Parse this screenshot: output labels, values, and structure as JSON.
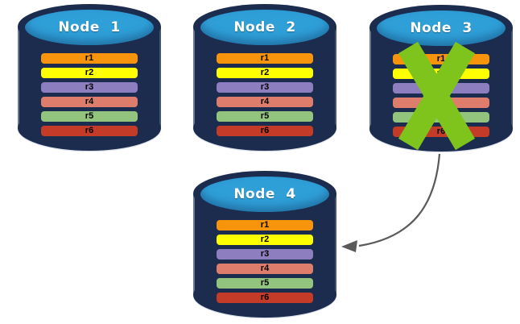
{
  "diagram": {
    "background": "#FFFFFF",
    "colors": {
      "cylinder_body": "#1C2C4E",
      "cylinder_top": "#2F9FD8",
      "node_label": "#FFFFFF",
      "row_label": "#000000",
      "failure_x": "#7EC41C",
      "arrow": "#5A5A5A"
    },
    "row_colors": [
      "#F7940B",
      "#FEFF00",
      "#8D7EC0",
      "#DE7D6B",
      "#93C47D",
      "#C43B28"
    ],
    "nodes": [
      {
        "label": "Node 1",
        "failed": false,
        "rows": [
          "r1",
          "r2",
          "r3",
          "r4",
          "r5",
          "r6"
        ]
      },
      {
        "label": "Node 2",
        "failed": false,
        "rows": [
          "r1",
          "r2",
          "r3",
          "r4",
          "r5",
          "r6"
        ]
      },
      {
        "label": "Node 3",
        "failed": true,
        "rows": [
          "r1",
          "r2",
          "r3",
          "r4",
          "r5",
          "r6"
        ]
      },
      {
        "label": "Node 4",
        "failed": false,
        "rows": [
          "r1",
          "r2",
          "r3",
          "r4",
          "r5",
          "r6"
        ]
      }
    ],
    "icons": {
      "failure_x": "x-cross-mark",
      "arrow": "curved-arrow-from-node3-to-node4"
    }
  }
}
